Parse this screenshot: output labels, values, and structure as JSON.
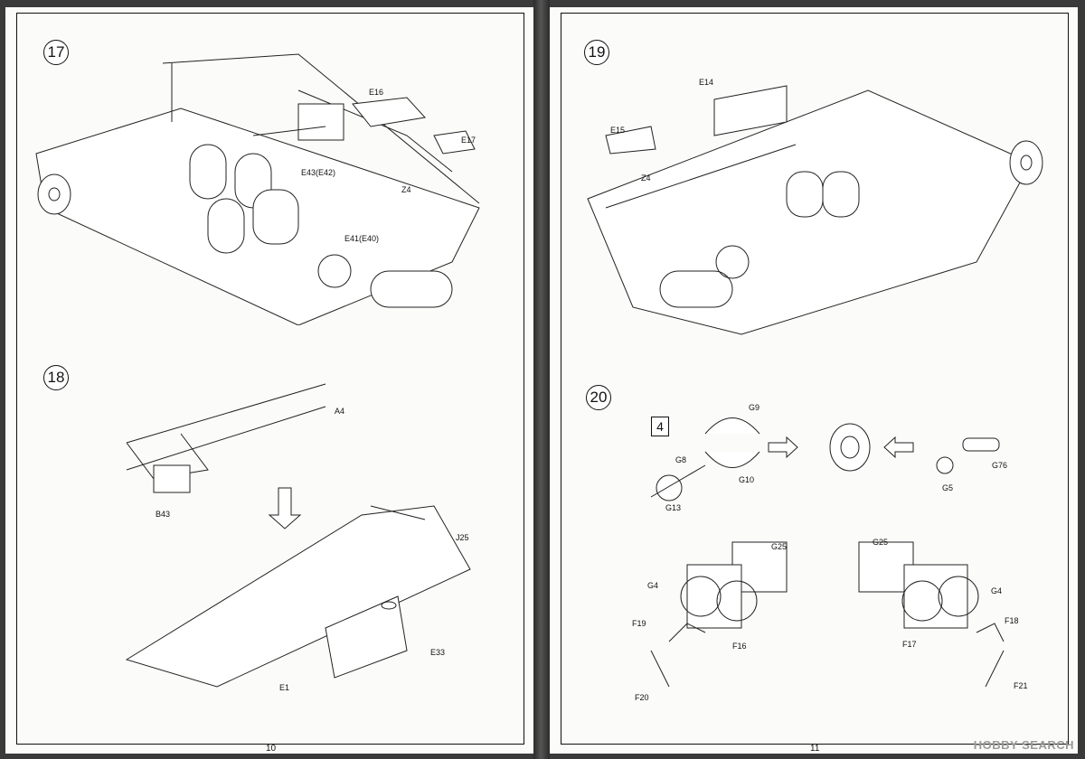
{
  "pages": {
    "left_number": "10",
    "right_number": "11"
  },
  "steps": {
    "s17": "17",
    "s18": "18",
    "s19": "19",
    "s20": "20"
  },
  "labels": {
    "e16": "E16",
    "e17": "E17",
    "e43": "E43(E42)",
    "z4a": "Z4",
    "e41": "E41(E40)",
    "a4": "A4",
    "b43": "B43",
    "j25": "J25",
    "e33": "E33",
    "e1": "E1",
    "e14": "E14",
    "e15": "E15",
    "z4b": "Z4",
    "g9": "G9",
    "g8": "G8",
    "g10": "G10",
    "g13": "G13",
    "g76": "G76",
    "g5": "G5",
    "g25a": "G25",
    "g25b": "G25",
    "g4a": "G4",
    "g4b": "G4",
    "f19": "F19",
    "f18": "F18",
    "f16": "F16",
    "f17": "F17",
    "f20": "F20",
    "f21": "F21"
  },
  "badge": "4",
  "watermark": "HOBBY SEARCH"
}
